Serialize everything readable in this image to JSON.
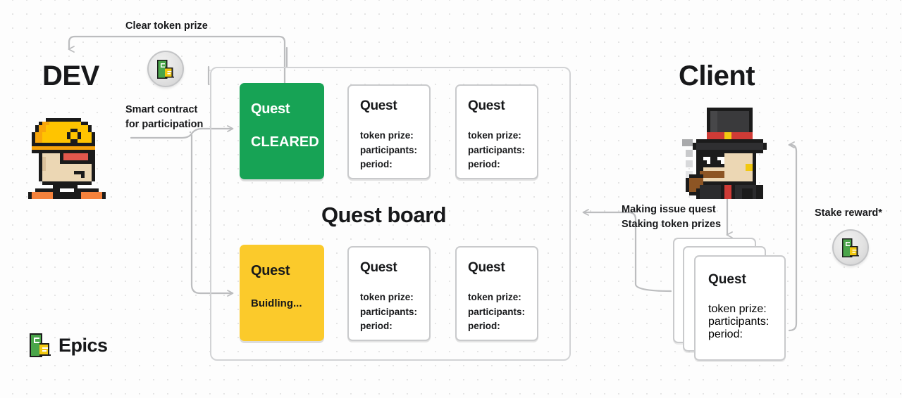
{
  "diagram": {
    "title_dev": "DEV",
    "title_client": "Client",
    "board_title": "Quest board"
  },
  "labels": {
    "clear_token_prize": "Clear token prize",
    "smart_contract_line1": "Smart contract",
    "smart_contract_line2": "for participation",
    "making_issue_quest": "Making issue quest",
    "staking_token_prizes": "Staking token prizes",
    "stake_reward": "Stake reward*"
  },
  "board": {
    "cleared_card": {
      "title": "Quest",
      "status": "CLEARED"
    },
    "building_card": {
      "title": "Quest",
      "status": "Buidling..."
    },
    "quest_cards": [
      {
        "title": "Quest",
        "field_prize": "token prize:",
        "field_participants": "participants:",
        "field_period": "period:"
      },
      {
        "title": "Quest",
        "field_prize": "token prize:",
        "field_participants": "participants:",
        "field_period": "period:"
      },
      {
        "title": "Quest",
        "field_prize": "token prize:",
        "field_participants": "participants:",
        "field_period": "period:"
      },
      {
        "title": "Quest",
        "field_prize": "token prize:",
        "field_participants": "participants:",
        "field_period": "period:"
      }
    ]
  },
  "client_stack": {
    "title": "Quest",
    "field_prize": "token prize:",
    "field_participants": "participants:",
    "field_period": "period:"
  },
  "brand": {
    "name": "Epics",
    "logo_icon": "epics-logo-icon"
  },
  "icons": {
    "coin_top": "epics-token-coin-icon",
    "coin_right": "epics-token-coin-icon",
    "dev_avatar": "dev-pixel-avatar-icon",
    "client_avatar": "client-pixel-avatar-icon"
  },
  "colors": {
    "cleared_green": "#17a355",
    "building_yellow": "#fbca2b",
    "wire_gray": "#bcbdbf",
    "text_dark": "#17181a",
    "logo_green": "#4aa54a",
    "logo_yellow": "#f2c811"
  }
}
